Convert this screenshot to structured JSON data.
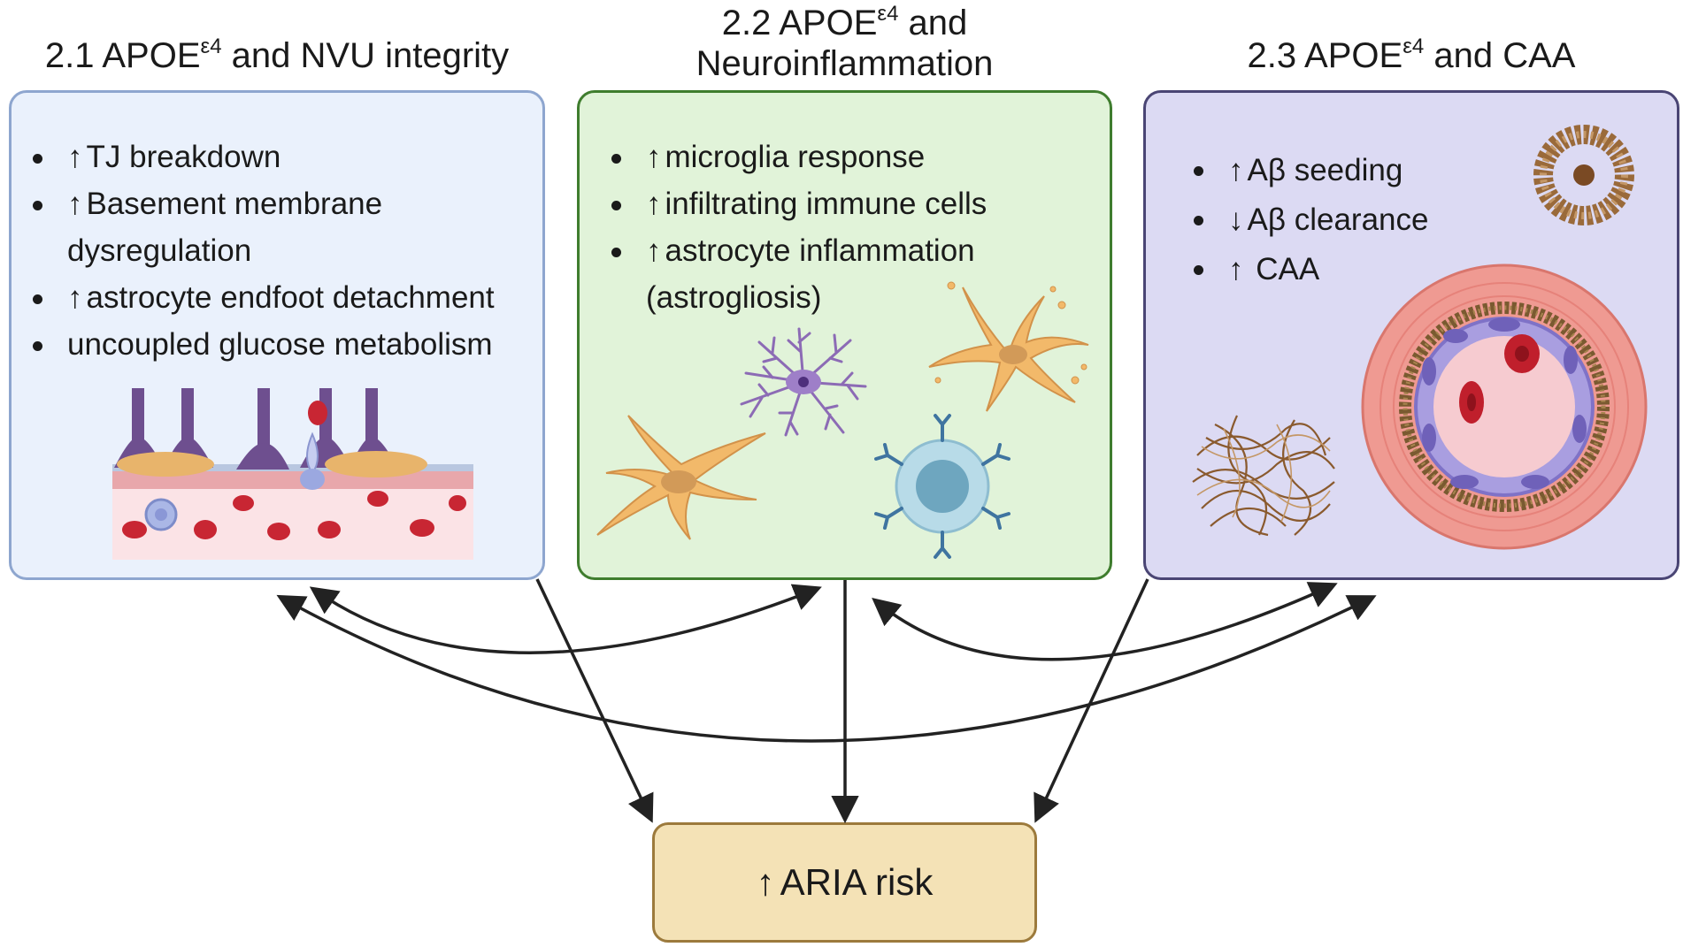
{
  "headings": {
    "nvu": {
      "prefix": "2.1 APOE",
      "sup": "ε4",
      "suffix": " and NVU integrity"
    },
    "neuro": {
      "prefix": "2.2 APOE",
      "sup": "ε4",
      "suffix": " and",
      "line2": "Neuroinflammation"
    },
    "caa": {
      "prefix": "2.3 APOE",
      "sup": "ε4",
      "suffix": " and CAA"
    }
  },
  "panels": {
    "nvu": {
      "items": [
        {
          "arrow": "↑",
          "text": "TJ breakdown"
        },
        {
          "arrow": "↑",
          "text": "Basement membrane"
        },
        {
          "arrow": "",
          "text": "dysregulation",
          "continuation": true
        },
        {
          "arrow": "↑",
          "text": "astrocyte endfoot detachment"
        },
        {
          "arrow": "",
          "text": "uncoupled glucose metabolism"
        }
      ]
    },
    "neuro": {
      "items": [
        {
          "arrow": "↑",
          "text": "microglia response"
        },
        {
          "arrow": "↑",
          "text": "infiltrating immune cells"
        },
        {
          "arrow": "↑",
          "text": "astrocyte inflammation"
        },
        {
          "arrow": "",
          "text": "(astrogliosis)",
          "continuation": true
        }
      ]
    },
    "caa": {
      "items": [
        {
          "arrow": "↑",
          "text": "Aβ seeding"
        },
        {
          "arrow": "↓",
          "text": "Aβ clearance"
        },
        {
          "arrow": "↑",
          "text": " CAA"
        }
      ]
    }
  },
  "outcome": {
    "arrow": "↑",
    "text": "ARIA risk"
  },
  "colors": {
    "nvu_fill": "#eaf1fc",
    "nvu_border": "#8ea6cf",
    "neuro_fill": "#e1f3d9",
    "neuro_border": "#3f7d2e",
    "caa_fill": "#dcdaf3",
    "caa_border": "#4a4574",
    "outcome_fill": "#f4e2b6",
    "outcome_border": "#9c7a3c",
    "arrow": "#222222"
  }
}
